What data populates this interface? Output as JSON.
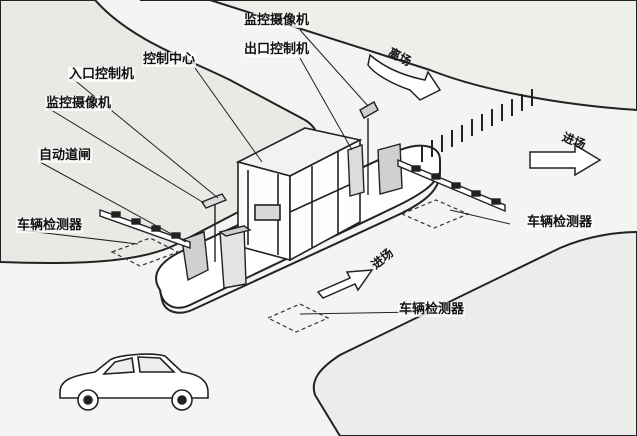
{
  "labels": {
    "monitor_camera_top": "监控摄像机",
    "exit_controller": "出口控制机",
    "control_center": "控制中心",
    "entry_controller": "入口控制机",
    "monitor_camera_left": "监控摄像机",
    "auto_barrier": "自动道闸",
    "vehicle_detector_left": "车辆检测器",
    "vehicle_detector_right": "车辆检测器",
    "vehicle_detector_bottom": "车辆检测器"
  },
  "directions": {
    "leave": "离场",
    "enter_right": "进场",
    "enter_center": "进场"
  }
}
